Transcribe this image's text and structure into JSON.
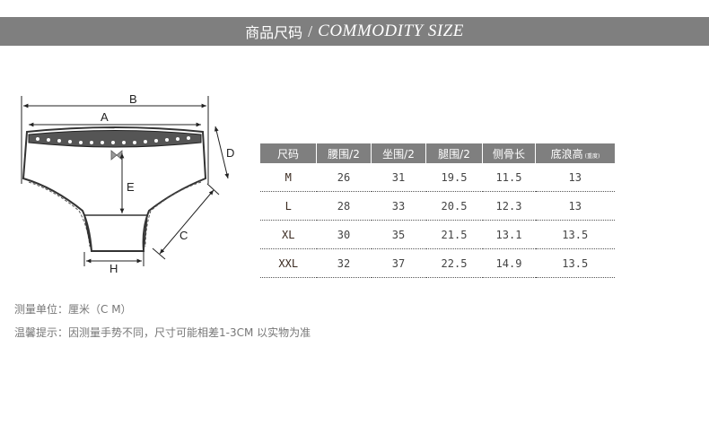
{
  "banner": {
    "title_cn": "商品尺码",
    "separator": "/",
    "title_en": "COMMODITY SIZE"
  },
  "diagram": {
    "labels": {
      "A": "A",
      "B": "B",
      "C": "C",
      "D": "D",
      "E": "E",
      "H": "H"
    }
  },
  "table": {
    "headers": [
      "尺码",
      "腰围/2",
      "坐围/2",
      "腿围/2",
      "侧骨长",
      "底浪高"
    ],
    "header_note": "(重度)",
    "rows": [
      [
        "M",
        "26",
        "31",
        "19.5",
        "11.5",
        "13"
      ],
      [
        "L",
        "28",
        "33",
        "20.5",
        "12.3",
        "13"
      ],
      [
        "XL",
        "30",
        "35",
        "21.5",
        "13.1",
        "13.5"
      ],
      [
        "XXL",
        "32",
        "37",
        "22.5",
        "14.9",
        "13.5"
      ]
    ]
  },
  "notes": {
    "unit": "测量单位：厘米（C M）",
    "tip": "温馨提示：因测量手势不同，尺寸可能相差1-3CM 以实物为准"
  },
  "colors": {
    "banner_bg": "#7f7f7f",
    "header_bg": "#7f7f7f",
    "text_gray": "#777777"
  }
}
